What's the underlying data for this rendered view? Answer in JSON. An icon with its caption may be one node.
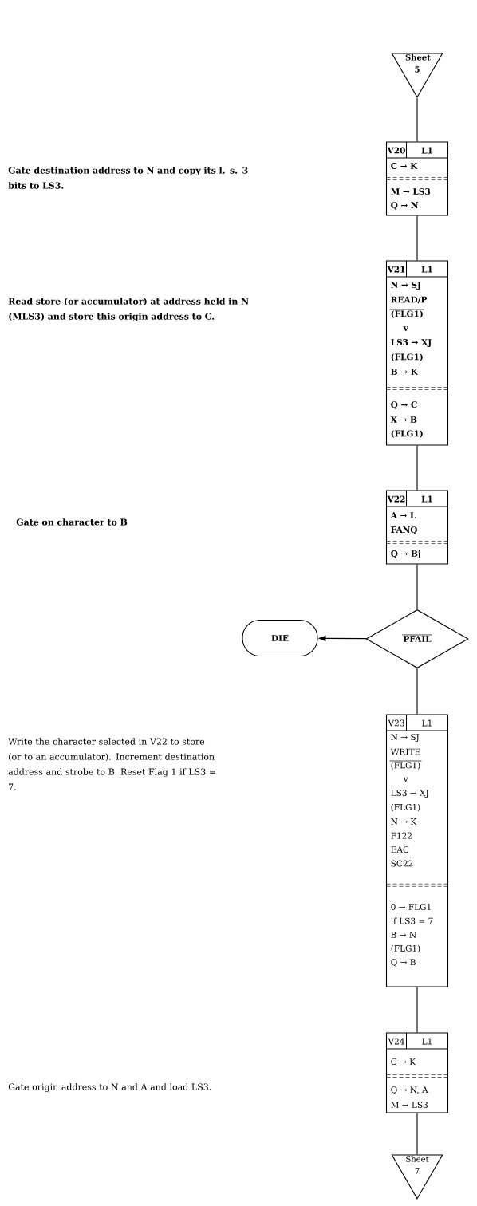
{
  "diagram": {
    "nodes": [
      {
        "text": [
          "Sheet 5"
        ]
      },
      {
        "text": [
          "V20",
          "L1",
          "C → K",
          "M → LS3",
          "Q → N"
        ]
      },
      {
        "text": [
          "V21",
          "L1",
          "N → SJ",
          "READ/P",
          "(FLG1)",
          "v",
          "LS3 → XJ",
          "(FLG1)",
          "B → K",
          "Q → C",
          "X → B",
          "(FLG1)"
        ]
      },
      {
        "text": [
          "V22",
          "L1",
          "A → L",
          "FANQ",
          "Q → Bj"
        ]
      },
      {
        "text": [
          "PFAIL"
        ]
      },
      {
        "text": [
          "DIE"
        ]
      },
      {
        "text": [
          "V23",
          "L1",
          "N → SJ",
          "WRITE",
          "(FLG1)",
          "v",
          "LS3 → XJ",
          "(FLG1)",
          "N → K",
          "F122",
          "EAC",
          "SC22",
          "0 → FLG1",
          "if LS3 = 7",
          "B → N",
          "(FLG1)",
          "Q → B"
        ]
      },
      {
        "text": [
          "V24",
          "L1",
          "C → K",
          "Q → N, A",
          "M → LS3"
        ]
      },
      {
        "text": [
          "Sheet 7"
        ]
      }
    ],
    "edges": [
      {
        "from": 0,
        "to": 1,
        "arrow": "none"
      },
      {
        "from": 1,
        "to": 2,
        "arrow": "none"
      },
      {
        "from": 2,
        "to": 3,
        "arrow": "none"
      },
      {
        "from": 3,
        "to": 4,
        "arrow": "none"
      },
      {
        "from": 4,
        "to": 5,
        "arrow": "to"
      },
      {
        "from": 4,
        "to": 6,
        "arrow": "none"
      },
      {
        "from": 6,
        "to": 7,
        "arrow": "none"
      },
      {
        "from": 7,
        "to": 8,
        "arrow": "none"
      }
    ],
    "labels": [
      "Gate destination address to N and copy its l. s. 3 bits to LS3.",
      "Read store (or accumulator) at address held in N (MLS3) and store this origin address to C.",
      "Gate on character to B",
      "Write the character selected in V22 to store (or to an accumulator). Increment destination address and strobe to B. Reset Flag 1 if LS3 = 7.",
      "Gate origin address to N and A and load LS3."
    ]
  }
}
